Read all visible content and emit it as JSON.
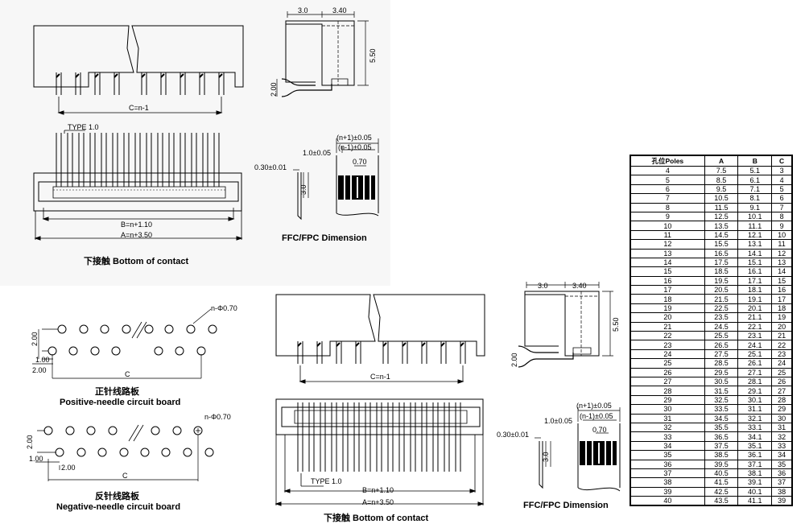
{
  "top_view": {
    "dim_c": "C=n-1",
    "type_label": "TYPE 1.0",
    "dim_b": "B=n+1.10",
    "dim_a": "A=n+3.50",
    "caption": "下接触 Bottom of contact"
  },
  "side_view": {
    "dim_30": "3.0",
    "dim_340": "3.40",
    "dim_550": "5.50",
    "dim_200": "2.00"
  },
  "ffc_view": {
    "dim_n1": "(n+1)±0.05",
    "dim_nm1": "(n-1)±0.05",
    "dim_10": "1.0±0.05",
    "dim_070": "0.70",
    "dim_030": "0.30±0.01",
    "dim_30": "3.0",
    "caption": "FFC/FPC  Dimension"
  },
  "pcb_positive": {
    "hole": "n-Φ0.70",
    "dim_200": "2.00",
    "dim_100": "1.00",
    "dim_200b": "2.00",
    "dim_c": "C",
    "caption_cn": "正针线路板",
    "caption_en": "Positive-needle circuit board"
  },
  "pcb_negative": {
    "hole": "n-Φ0.70",
    "dim_200": "2.00",
    "dim_100": "1.00",
    "dim_200b": "2.00",
    "dim_c": "C",
    "caption_cn": "反针线路板",
    "caption_en": "Negative-needle circuit board"
  },
  "bottom_view": {
    "dim_c": "C=n-1",
    "type_label": "TYPE 1.0",
    "dim_b": "B=n+1.10",
    "dim_a": "A=n+3.50",
    "caption": "下接触 Bottom of contact"
  },
  "side_view2": {
    "dim_30": "3.0",
    "dim_340": "3.40",
    "dim_550": "5.50",
    "dim_200": "2.00"
  },
  "ffc_view2": {
    "dim_n1": "(n+1)±0.05",
    "dim_nm1": "(n-1)±0.05",
    "dim_10": "1.0±0.05",
    "dim_070": "0.70",
    "dim_030": "0.30±0.01",
    "dim_30": "3.0",
    "caption": "FFC/FPC  Dimension"
  },
  "table": {
    "headers": [
      "孔位Poles",
      "A",
      "B",
      "C"
    ],
    "rows": [
      [
        "4",
        "7.5",
        "5.1",
        "3"
      ],
      [
        "5",
        "8.5",
        "6.1",
        "4"
      ],
      [
        "6",
        "9.5",
        "7.1",
        "5"
      ],
      [
        "7",
        "10.5",
        "8.1",
        "6"
      ],
      [
        "8",
        "11.5",
        "9.1",
        "7"
      ],
      [
        "9",
        "12.5",
        "10.1",
        "8"
      ],
      [
        "10",
        "13.5",
        "11.1",
        "9"
      ],
      [
        "11",
        "14.5",
        "12.1",
        "10"
      ],
      [
        "12",
        "15.5",
        "13.1",
        "11"
      ],
      [
        "13",
        "16.5",
        "14.1",
        "12"
      ],
      [
        "14",
        "17.5",
        "15.1",
        "13"
      ],
      [
        "15",
        "18.5",
        "16.1",
        "14"
      ],
      [
        "16",
        "19.5",
        "17.1",
        "15"
      ],
      [
        "17",
        "20.5",
        "18.1",
        "16"
      ],
      [
        "18",
        "21.5",
        "19.1",
        "17"
      ],
      [
        "19",
        "22.5",
        "20.1",
        "18"
      ],
      [
        "20",
        "23.5",
        "21.1",
        "19"
      ],
      [
        "21",
        "24.5",
        "22.1",
        "20"
      ],
      [
        "22",
        "25.5",
        "23.1",
        "21"
      ],
      [
        "23",
        "26.5",
        "24.1",
        "22"
      ],
      [
        "24",
        "27.5",
        "25.1",
        "23"
      ],
      [
        "25",
        "28.5",
        "26.1",
        "24"
      ],
      [
        "26",
        "29.5",
        "27.1",
        "25"
      ],
      [
        "27",
        "30.5",
        "28.1",
        "26"
      ],
      [
        "28",
        "31.5",
        "29.1",
        "27"
      ],
      [
        "29",
        "32.5",
        "30.1",
        "28"
      ],
      [
        "30",
        "33.5",
        "31.1",
        "29"
      ],
      [
        "31",
        "34.5",
        "32.1",
        "30"
      ],
      [
        "32",
        "35.5",
        "33.1",
        "31"
      ],
      [
        "33",
        "36.5",
        "34.1",
        "32"
      ],
      [
        "34",
        "37.5",
        "35.1",
        "33"
      ],
      [
        "35",
        "38.5",
        "36.1",
        "34"
      ],
      [
        "36",
        "39.5",
        "37.1",
        "35"
      ],
      [
        "37",
        "40.5",
        "38.1",
        "36"
      ],
      [
        "38",
        "41.5",
        "39.1",
        "37"
      ],
      [
        "39",
        "42.5",
        "40.1",
        "38"
      ],
      [
        "40",
        "43.5",
        "41.1",
        "39"
      ]
    ]
  }
}
